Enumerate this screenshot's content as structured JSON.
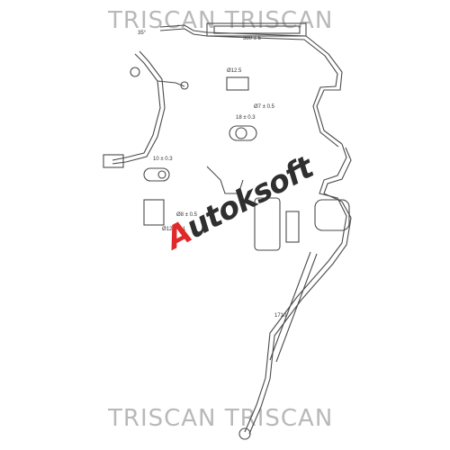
{
  "watermark_top": "TRISCAN TRISCAN",
  "watermark_bottom": "TRISCAN TRISCAN",
  "brand": {
    "prefix": "A",
    "rest": "utoksoft"
  },
  "dims": {
    "d_top": "380 ± 5",
    "d_fit1": "Ø12.5",
    "d_fit2": "Ø7 ± 0.5",
    "d_bracket": "18 ± 0.3",
    "d_small": "10 ± 0.3",
    "d_fit3": "Ø8 ± 0.5",
    "d_fit4": "Ø12.8 ± 1",
    "d_long": "1710",
    "d_angle": "35°"
  },
  "colors": {
    "line": "#4a4a4a",
    "watermark": "#b9b9b9",
    "brand_red": "#e02a2a"
  }
}
